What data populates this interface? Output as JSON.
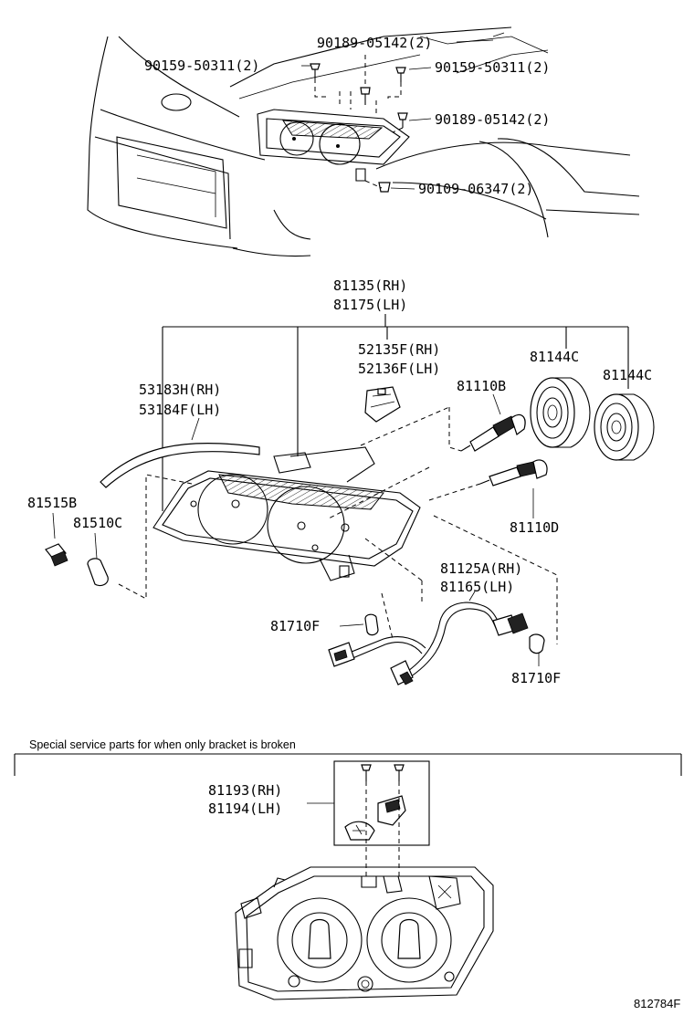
{
  "labels": {
    "bolt_90189_top": "90189-05142(2)",
    "bolt_90159_left": "90159-50311(2)",
    "bolt_90159_right": "90159-50311(2)",
    "bolt_90189_right": "90189-05142(2)",
    "bolt_90109": "90109-06347(2)",
    "unit_rh": "81135(RH)",
    "unit_lh": "81175(LH)",
    "cover_rh": "52135F(RH)",
    "cover_lh": "52136F(LH)",
    "cap_a": "81144C",
    "cap_b": "81144C",
    "bulb_b": "81110B",
    "bulb_d": "81110D",
    "gasket_rh": "53183H(RH)",
    "gasket_lh": "53184F(LH)",
    "socket": "81515B",
    "bulb_c": "81510C",
    "wire_rh": "81125A(RH)",
    "wire_lh": "81165(LH)",
    "bulb_f_left": "81710F",
    "bulb_f_right": "81710F",
    "bracket_rh": "81193(RH)",
    "bracket_lh": "81194(LH)"
  },
  "note": "Special service parts for when only bracket is broken",
  "ref_code": "812784F"
}
